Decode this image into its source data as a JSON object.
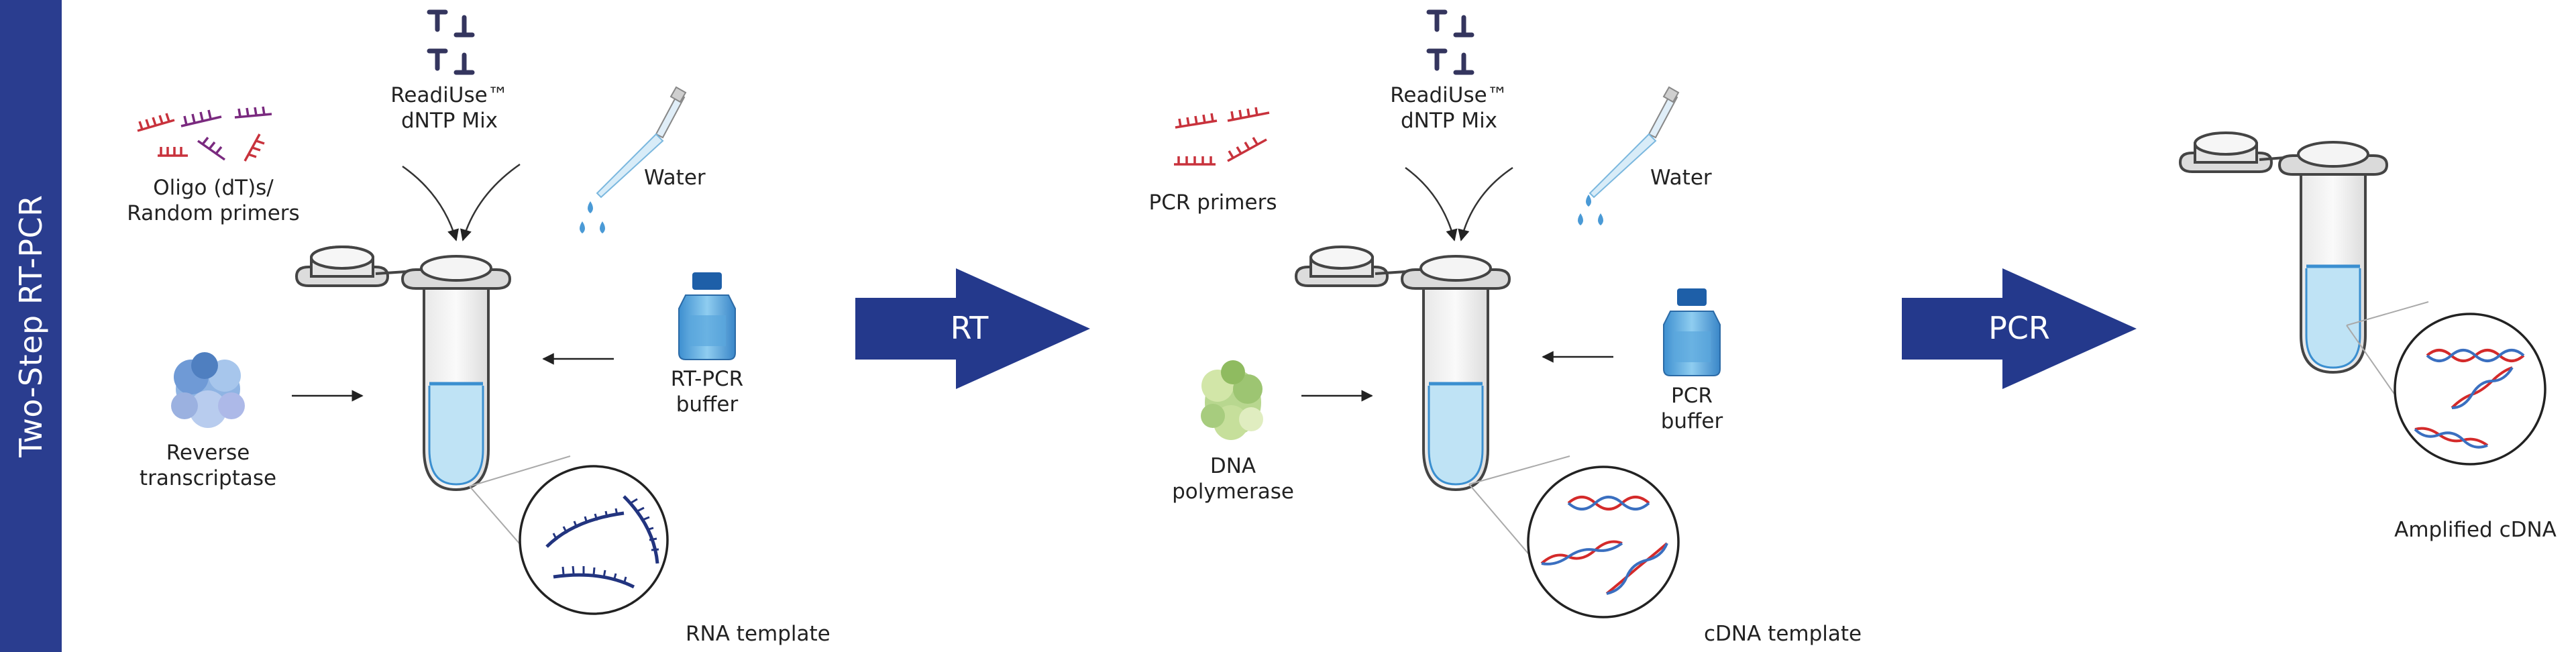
{
  "sidebar": {
    "label": "Two-Step RT-PCR",
    "color": "#2a3d8f"
  },
  "colors": {
    "arrow": "#24398c",
    "liquid": "#bfe3f5",
    "liquid_edge": "#3b8fd0",
    "rna": "#22347f",
    "dna_red": "#d42a2a",
    "dna_blue": "#3a6fc0",
    "primer_red": "#c8323c",
    "primer_purple": "#7a2a7f",
    "dntp": "#34355e",
    "enzyme_blue": "#8fb4e3",
    "enzyme_green": "#b8d78f"
  },
  "panel1": {
    "dntp": [
      "ReadiUse™",
      "dNTP Mix"
    ],
    "primers": [
      "Oligo (dT)s/",
      "Random primers"
    ],
    "water": "Water",
    "buffer": [
      "RT-PCR",
      "buffer"
    ],
    "enzyme": [
      "Reverse",
      "transcriptase"
    ],
    "template": "RNA template"
  },
  "step1": "RT",
  "panel2": {
    "dntp": [
      "ReadiUse™",
      "dNTP Mix"
    ],
    "primers": "PCR primers",
    "water": "Water",
    "buffer": [
      "PCR",
      "buffer"
    ],
    "enzyme": [
      "DNA",
      "polymerase"
    ],
    "template": "cDNA template"
  },
  "step2": "PCR",
  "panel3": {
    "product": "Amplified cDNA"
  }
}
